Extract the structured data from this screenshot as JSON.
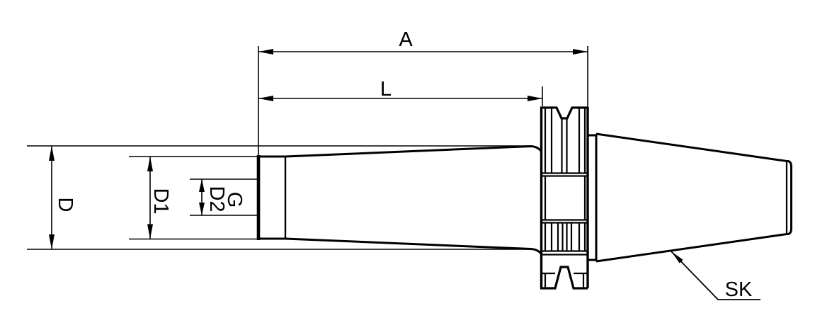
{
  "drawing": {
    "labels": {
      "a": "A",
      "l": "L",
      "d": "D",
      "d1": "D1",
      "d2": "D2",
      "g": "G",
      "sk": "SK"
    },
    "colors": {
      "line": "#000000",
      "background": "#ffffff"
    }
  }
}
